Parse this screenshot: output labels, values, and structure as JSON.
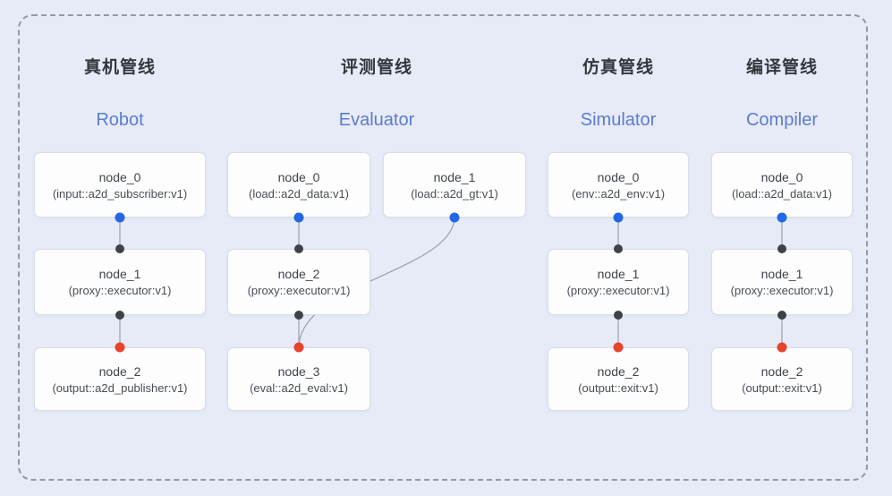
{
  "colors": {
    "bg": "#e7ebf7",
    "dash": "#9299a4",
    "accent": "#5b7ccd",
    "title": "#33373d",
    "node_text": "#3f444c",
    "node_sub": "#484d55",
    "card_bg": "#fdfdfe",
    "card_border": "#d9dde5",
    "line": "#99a0ab",
    "port_blue": "#2367e4",
    "port_black": "#3e4147",
    "port_red": "#e6432d"
  },
  "pipelines": [
    {
      "title_zh": "真机管线",
      "title_en": "Robot",
      "nodes": [
        {
          "name": "node_0",
          "type": "(input::a2d_subscriber:v1)"
        },
        {
          "name": "node_1",
          "type": "(proxy::executor:v1)"
        },
        {
          "name": "node_2",
          "type": "(output::a2d_publisher:v1)"
        }
      ]
    },
    {
      "title_zh": "评测管线",
      "title_en": "Evaluator",
      "nodes": [
        {
          "name": "node_0",
          "type": "(load::a2d_data:v1)"
        },
        {
          "name": "node_1",
          "type": "(load::a2d_gt:v1)"
        },
        {
          "name": "node_2",
          "type": "(proxy::executor:v1)"
        },
        {
          "name": "node_3",
          "type": "(eval::a2d_eval:v1)"
        }
      ]
    },
    {
      "title_zh": "仿真管线",
      "title_en": "Simulator",
      "nodes": [
        {
          "name": "node_0",
          "type": "(env::a2d_env:v1)"
        },
        {
          "name": "node_1",
          "type": "(proxy::executor:v1)"
        },
        {
          "name": "node_2",
          "type": "(output::exit:v1)"
        }
      ]
    },
    {
      "title_zh": "编译管线",
      "title_en": "Compiler",
      "nodes": [
        {
          "name": "node_0",
          "type": "(load::a2d_data:v1)"
        },
        {
          "name": "node_1",
          "type": "(proxy::executor:v1)"
        },
        {
          "name": "node_2",
          "type": "(output::exit:v1)"
        }
      ]
    }
  ]
}
